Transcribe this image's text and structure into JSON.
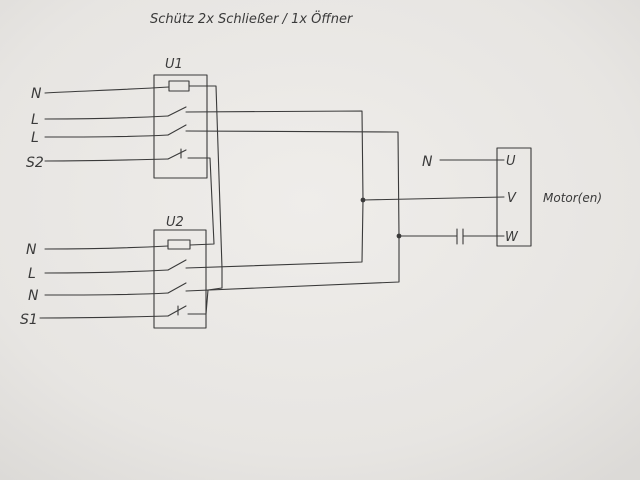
{
  "title": "Schütz 2x Schließer / 1x Öffner",
  "relays": [
    {
      "label": "U1"
    },
    {
      "label": "U2"
    }
  ],
  "inputs_u1": [
    "N",
    "L",
    "L",
    "S2"
  ],
  "inputs_u2": [
    "N",
    "L",
    "N",
    "S1"
  ],
  "motor": {
    "label": "Motor(en)",
    "supply": "N",
    "terminals": [
      "U",
      "V",
      "W"
    ]
  },
  "colors": {
    "paper": "#e9e7e4",
    "ink": "#3a3a3a"
  }
}
